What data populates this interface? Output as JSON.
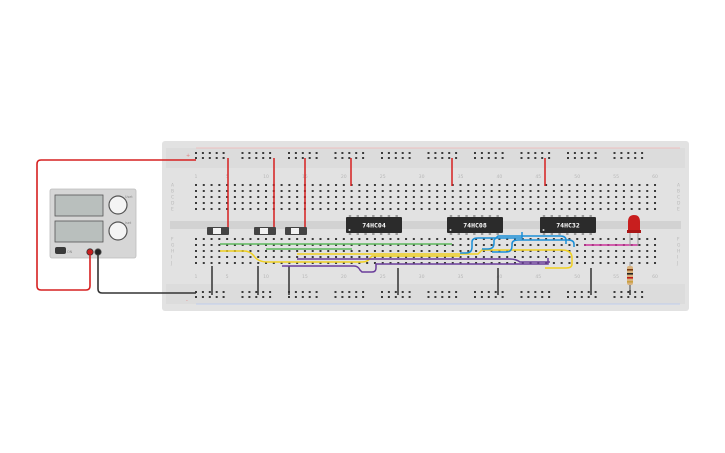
{
  "colors": {
    "breadboard": "#e2e2e2",
    "hole": "#3a3a3a",
    "red_wire": "#d62020",
    "black_wire": "#333333",
    "green_wire": "#5cb85c",
    "yellow_wire": "#f0d020",
    "blue_wire": "#1a8fd8",
    "purple_wire": "#6a3d9a",
    "magenta_wire": "#cc3399",
    "chip": "#2b2b2b",
    "led": "#c81e1e"
  },
  "breadboard": {
    "column_numbers": [
      "1",
      "5",
      "10",
      "15",
      "20",
      "25",
      "30",
      "35",
      "40",
      "45",
      "50",
      "55",
      "60"
    ],
    "row_letters_top": [
      "A",
      "B",
      "C",
      "D",
      "E"
    ],
    "row_letters_bottom": [
      "F",
      "G",
      "H",
      "I",
      "J"
    ],
    "rail_signs": [
      "+",
      "-"
    ]
  },
  "chips": [
    {
      "label": "74HC04"
    },
    {
      "label": "74HC08"
    },
    {
      "label": "74HC32"
    }
  ],
  "power_supply": {
    "knob_labels": [
      "Uset",
      "Iset"
    ],
    "power_label": "ON"
  },
  "components": {
    "switches": [
      "slide-switch-a",
      "slide-switch-b",
      "slide-switch-c"
    ],
    "led": "red-led",
    "resistor": "resistor"
  }
}
